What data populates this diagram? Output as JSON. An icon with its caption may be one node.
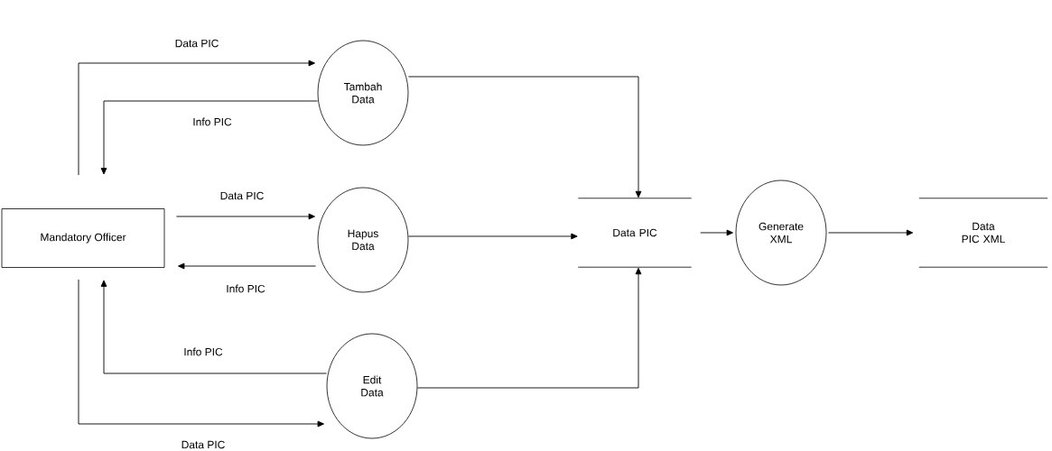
{
  "diagram": {
    "nodes": [
      {
        "text": [
          "Mandatory Officer"
        ]
      },
      {
        "text": [
          "Tambah Data"
        ]
      },
      {
        "text": [
          "Hapus Data"
        ]
      },
      {
        "text": [
          "Edit Data"
        ]
      },
      {
        "text": [
          "Data PIC"
        ]
      },
      {
        "text": [
          "Generate XML"
        ]
      },
      {
        "text": [
          "Data PIC XML"
        ]
      }
    ],
    "edges": [
      {
        "from": 0,
        "to": 1,
        "arrow": "to",
        "label": "Data PIC"
      },
      {
        "from": 1,
        "to": 0,
        "arrow": "to",
        "label": "Info PIC"
      },
      {
        "from": 0,
        "to": 2,
        "arrow": "to",
        "label": "Data PIC"
      },
      {
        "from": 2,
        "to": 0,
        "arrow": "to",
        "label": "Info PIC"
      },
      {
        "from": 3,
        "to": 0,
        "arrow": "to",
        "label": "Info PIC"
      },
      {
        "from": 0,
        "to": 3,
        "arrow": "to",
        "label": "Data PIC"
      },
      {
        "from": 1,
        "to": 4,
        "arrow": "to"
      },
      {
        "from": 2,
        "to": 4,
        "arrow": "to"
      },
      {
        "from": 3,
        "to": 4,
        "arrow": "to"
      },
      {
        "from": 4,
        "to": 5,
        "arrow": "to"
      },
      {
        "from": 5,
        "to": 6,
        "arrow": "to"
      }
    ]
  }
}
